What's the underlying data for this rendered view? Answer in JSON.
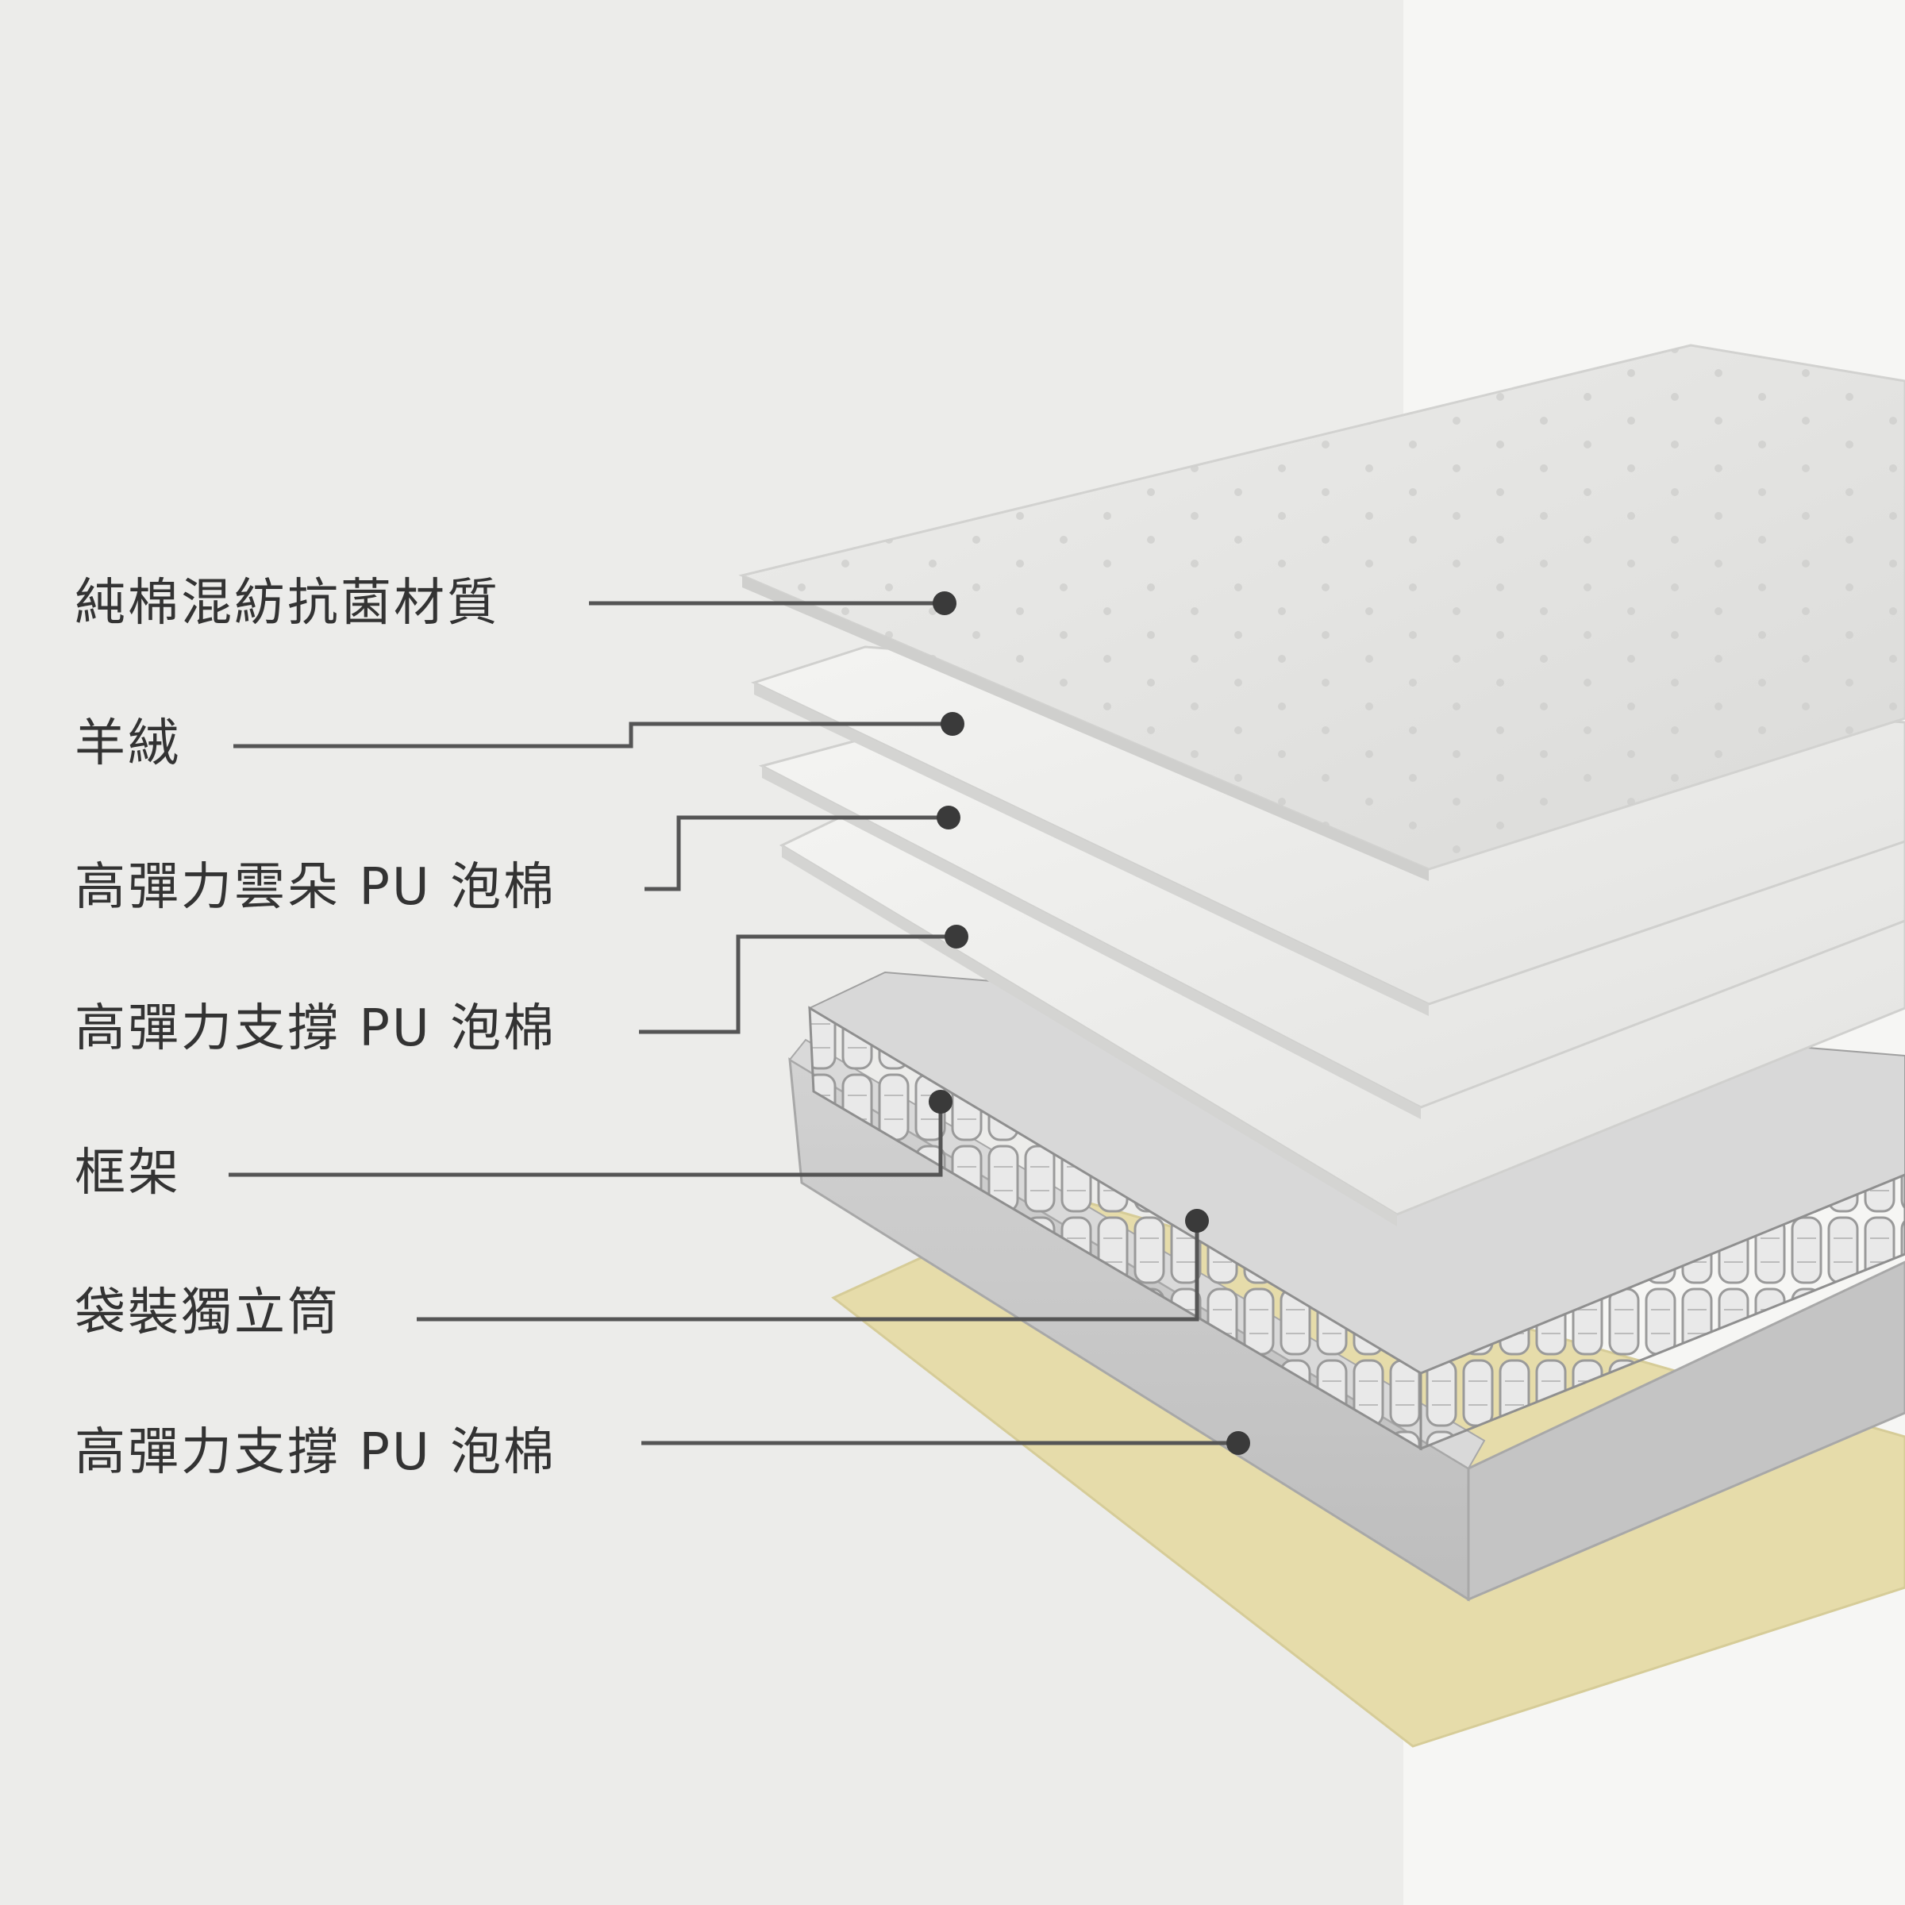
{
  "layers": [
    {
      "label": "純棉混紡抗菌材質"
    },
    {
      "label": "羊絨"
    },
    {
      "label": "高彈力雲朵 PU 泡棉"
    },
    {
      "label": "高彈力支撐 PU 泡棉"
    },
    {
      "label": "框架"
    },
    {
      "label": "袋裝獨立筒"
    },
    {
      "label": "高彈力支撐 PU 泡棉"
    }
  ],
  "colors": {
    "background": "#ececea",
    "text": "#333333",
    "leader_line": "#555555",
    "base_foam": "#e6dcaa",
    "frame": "#c9c9c9",
    "top_layer": "#e3e3e1",
    "foam_layers": "#eeeeec"
  }
}
